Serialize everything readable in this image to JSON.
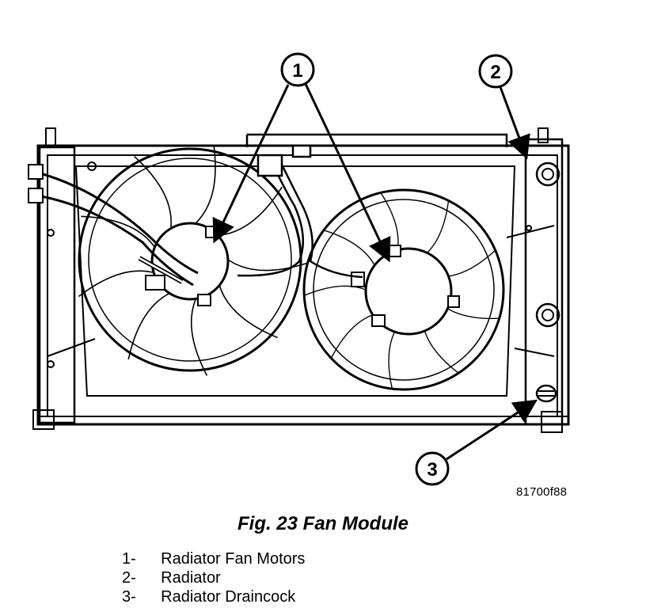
{
  "figure": {
    "code": "81700f88",
    "caption": "Fig. 23 Fan Module"
  },
  "callouts": [
    {
      "num": "1"
    },
    {
      "num": "2"
    },
    {
      "num": "3"
    }
  ],
  "legend": [
    {
      "num": "1",
      "label": "Radiator Fan Motors"
    },
    {
      "num": "2",
      "label": "Radiator"
    },
    {
      "num": "3",
      "label": "Radiator Draincock"
    }
  ]
}
